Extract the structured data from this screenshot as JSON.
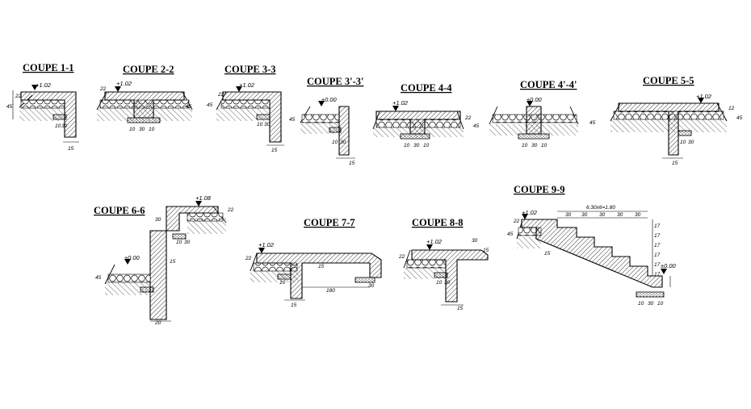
{
  "sections": [
    {
      "id": "1-1",
      "title": "COUPE 1-1",
      "level": "+1.02",
      "dims": [
        "22",
        "45",
        "10",
        "30",
        "15"
      ]
    },
    {
      "id": "2-2",
      "title": "COUPE 2-2",
      "level": "+1.02",
      "dims": [
        "22",
        "45",
        "10",
        "30",
        "10"
      ]
    },
    {
      "id": "3-3",
      "title": "COUPE 3-3",
      "level": "+1.02",
      "dims": [
        "22",
        "45",
        "10",
        "30",
        "15"
      ]
    },
    {
      "id": "3p-3p",
      "title": "COUPE 3'-3'",
      "level": "±0.00",
      "dims": [
        "45",
        "10",
        "30",
        "15"
      ]
    },
    {
      "id": "4-4",
      "title": "COUPE 4-4",
      "level": "+1.02",
      "dims": [
        "22",
        "45",
        "10",
        "30",
        "10"
      ]
    },
    {
      "id": "4p-4p",
      "title": "COUPE 4'-4'",
      "level": "±0.00",
      "dims": [
        "45",
        "10",
        "30",
        "10"
      ]
    },
    {
      "id": "5-5",
      "title": "COUPE 5-5",
      "level": "+1.02",
      "dims": [
        "12",
        "45",
        "10",
        "30",
        "15"
      ]
    },
    {
      "id": "6-6",
      "title": "COUPE 6-6",
      "level": "+1.08",
      "level2": "±0.00",
      "dims": [
        "22",
        "30",
        "10",
        "30",
        "15",
        "45",
        "20"
      ]
    },
    {
      "id": "7-7",
      "title": "COUPE 7-7",
      "level": "+1.02",
      "dims": [
        "22",
        "15",
        "180",
        "30",
        "10",
        "15"
      ]
    },
    {
      "id": "8-8",
      "title": "COUPE 8-8",
      "level": "+1.02",
      "dims": [
        "22",
        "30",
        "15",
        "10",
        "30",
        "15"
      ]
    },
    {
      "id": "9-9",
      "title": "COUPE 9-9",
      "level": "+1.02",
      "level2": "±0.00",
      "dims": [
        "6.30x6=1.80",
        "30",
        "30",
        "30",
        "30",
        "30",
        "17",
        "17",
        "17",
        "17",
        "17",
        "17",
        "45",
        "22",
        "15",
        "10",
        "30",
        "10"
      ]
    }
  ],
  "colors": {
    "ink": "#000000",
    "background": "#ffffff"
  }
}
